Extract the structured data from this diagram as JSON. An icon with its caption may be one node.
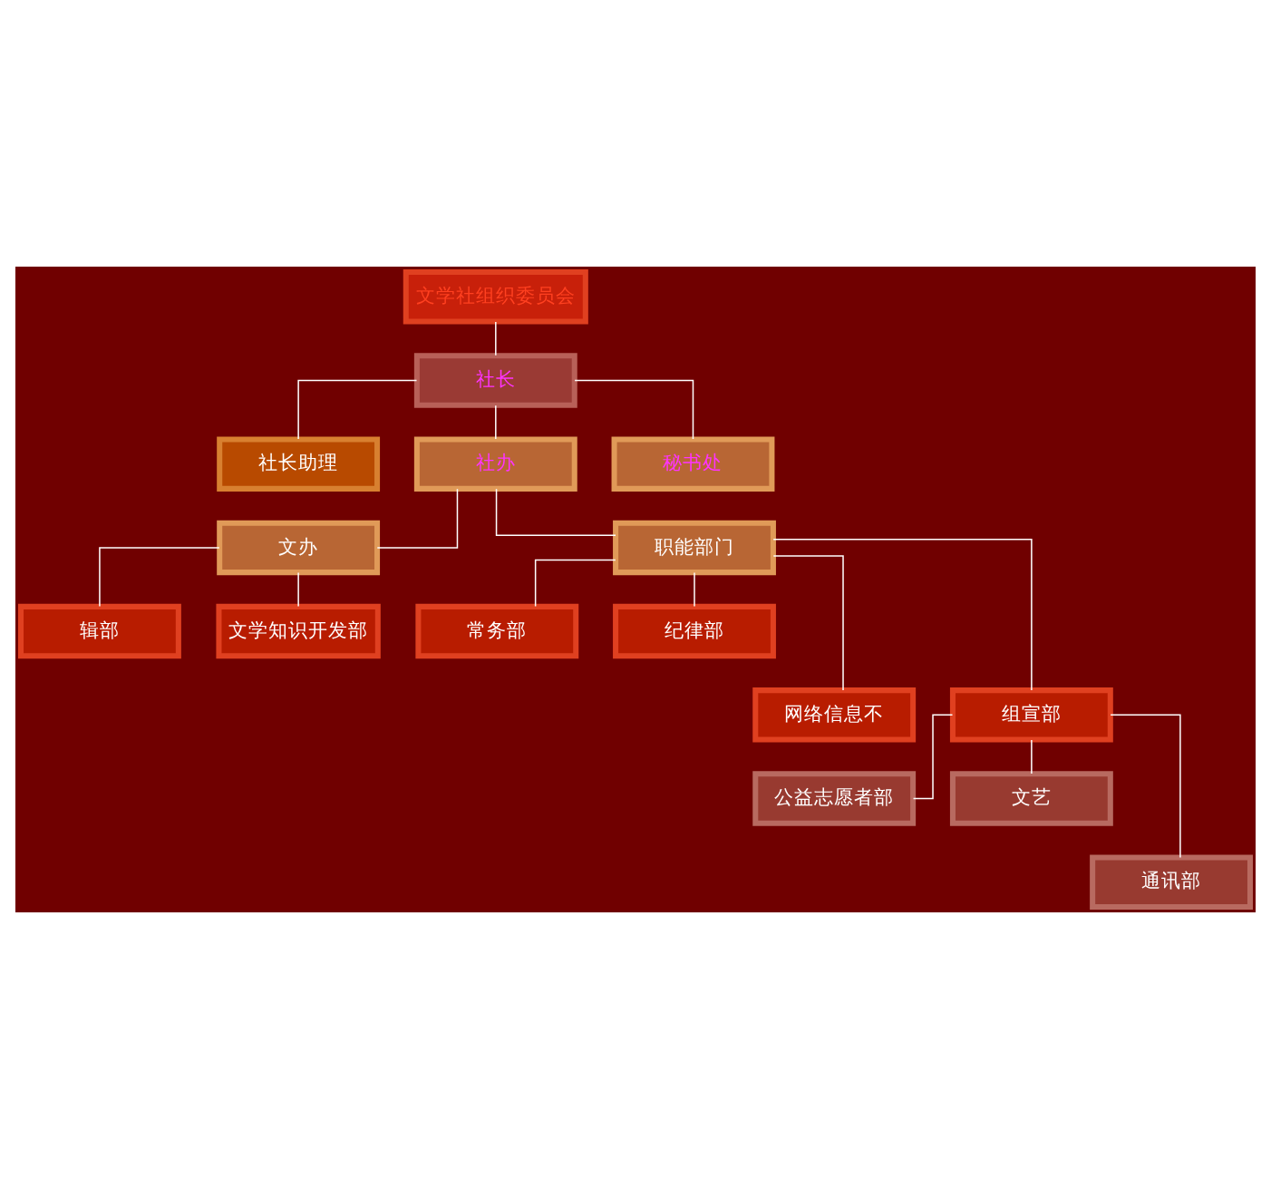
{
  "diagram": {
    "nodes": [
      {
        "text": [
          "文学社组织委员会"
        ]
      },
      {
        "text": [
          "社长"
        ]
      },
      {
        "text": [
          "社长助理"
        ]
      },
      {
        "text": [
          "社办"
        ]
      },
      {
        "text": [
          "秘书处"
        ]
      },
      {
        "text": [
          "文办"
        ]
      },
      {
        "text": [
          "职能部门"
        ]
      },
      {
        "text": [
          "辑部"
        ]
      },
      {
        "text": [
          "文学知识开发部"
        ]
      },
      {
        "text": [
          "常务部"
        ]
      },
      {
        "text": [
          "纪律部"
        ]
      },
      {
        "text": [
          "网络信息不"
        ]
      },
      {
        "text": [
          "组宣部"
        ]
      },
      {
        "text": [
          "公益志愿者部"
        ]
      },
      {
        "text": [
          "文艺"
        ]
      },
      {
        "text": [
          "通讯部"
        ]
      }
    ],
    "edges": [
      {
        "from": 0,
        "to": 1,
        "arrow": "none"
      },
      {
        "from": 1,
        "to": 2,
        "arrow": "none"
      },
      {
        "from": 1,
        "to": 3,
        "arrow": "none"
      },
      {
        "from": 1,
        "to": 4,
        "arrow": "none"
      },
      {
        "from": 3,
        "to": 5,
        "arrow": "none"
      },
      {
        "from": 3,
        "to": 6,
        "arrow": "none"
      },
      {
        "from": 5,
        "to": 7,
        "arrow": "none"
      },
      {
        "from": 5,
        "to": 8,
        "arrow": "none"
      },
      {
        "from": 6,
        "to": 9,
        "arrow": "none"
      },
      {
        "from": 6,
        "to": 10,
        "arrow": "none"
      },
      {
        "from": 6,
        "to": 11,
        "arrow": "none"
      },
      {
        "from": 6,
        "to": 12,
        "arrow": "none"
      },
      {
        "from": 12,
        "to": 13,
        "arrow": "none"
      },
      {
        "from": 12,
        "to": 14,
        "arrow": "none"
      },
      {
        "from": 12,
        "to": 15,
        "arrow": "none"
      }
    ]
  }
}
